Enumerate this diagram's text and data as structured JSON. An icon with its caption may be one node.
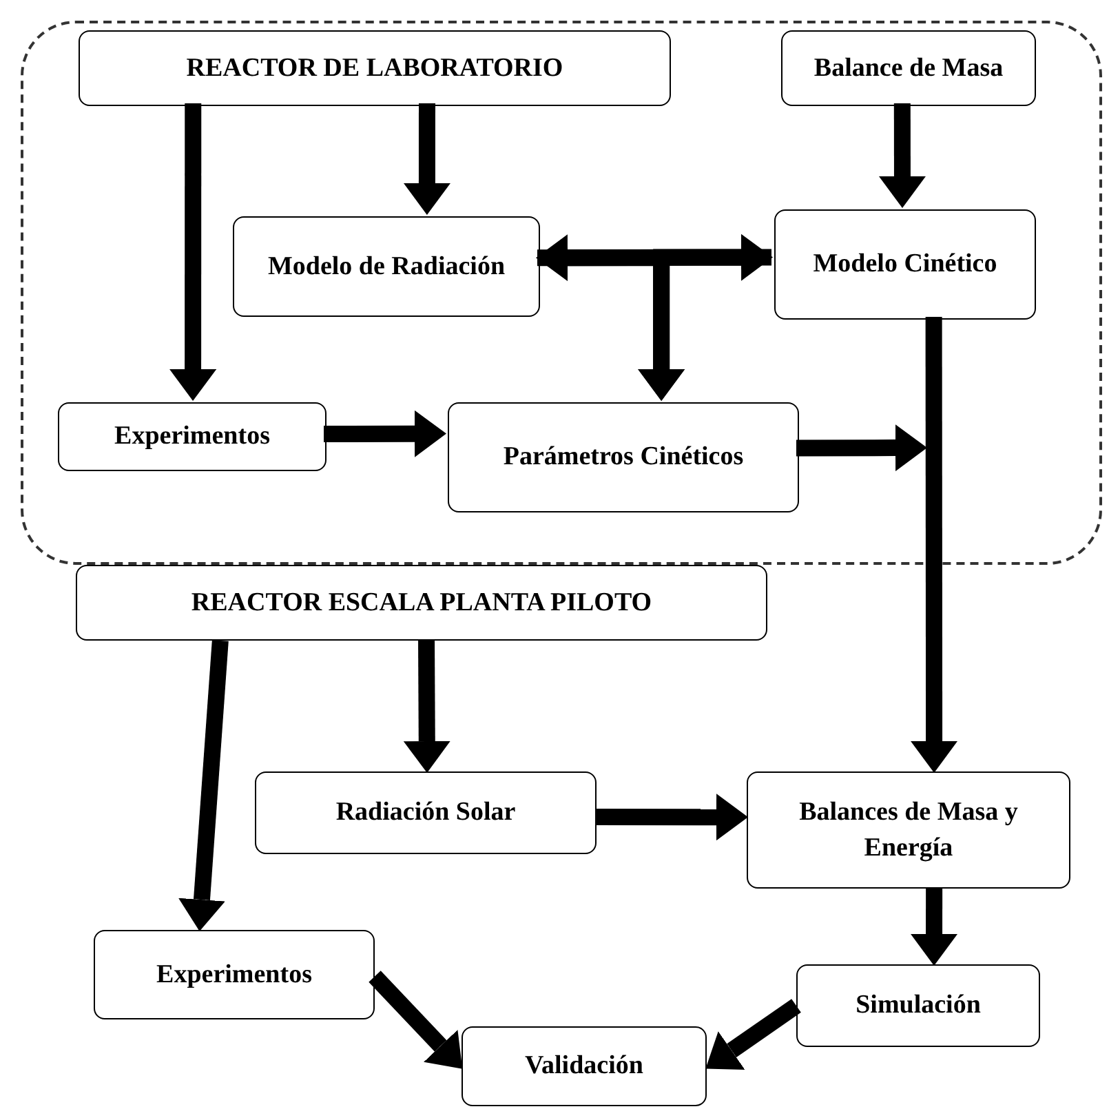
{
  "diagram": {
    "nodes": [
      {
        "text": [],
        "shape": "box"
      },
      {
        "text": [
          "REACTOR DE LABORATORIO"
        ],
        "in": 0
      },
      {
        "text": [
          "Balance de Masa"
        ],
        "in": 0
      },
      {
        "text": [
          "Modelo de Radiación"
        ],
        "in": 0
      },
      {
        "text": [
          "Modelo Cinético"
        ],
        "in": 0
      },
      {
        "text": [
          "Experimentos"
        ],
        "in": 0
      },
      {
        "text": [
          "Parámetros Cinéticos"
        ],
        "in": 0
      },
      {
        "text": [
          "REACTOR ESCALA PLANTA PILOTO"
        ]
      },
      {
        "text": [
          "Radiación Solar"
        ]
      },
      {
        "text": [
          "Balances de Masa y Energía"
        ]
      },
      {
        "text": [
          "Experimentos"
        ]
      },
      {
        "text": [
          "Simulación"
        ]
      },
      {
        "text": [
          "Validación"
        ]
      }
    ],
    "edges": [
      {
        "from": 1,
        "to": 3,
        "arrow": "to"
      },
      {
        "from": 1,
        "to": 5,
        "arrow": "to"
      },
      {
        "from": 2,
        "to": 4,
        "arrow": "to"
      },
      {
        "from": 3,
        "to": 4,
        "arrow": "both"
      },
      {
        "from": 3,
        "to": 6,
        "arrow": "to"
      },
      {
        "from": 4,
        "to": 6,
        "arrow": "to"
      },
      {
        "from": 5,
        "to": 6,
        "arrow": "to"
      },
      {
        "from": 6,
        "to": null,
        "arrow": "to"
      },
      {
        "from": 4,
        "to": 9,
        "arrow": "to"
      },
      {
        "from": 7,
        "to": 8,
        "arrow": "to"
      },
      {
        "from": 7,
        "to": 10,
        "arrow": "to"
      },
      {
        "from": 8,
        "to": 9,
        "arrow": "to"
      },
      {
        "from": 9,
        "to": 11,
        "arrow": "to"
      },
      {
        "from": 10,
        "to": 12,
        "arrow": "to"
      },
      {
        "from": 11,
        "to": 12,
        "arrow": "to"
      }
    ]
  }
}
